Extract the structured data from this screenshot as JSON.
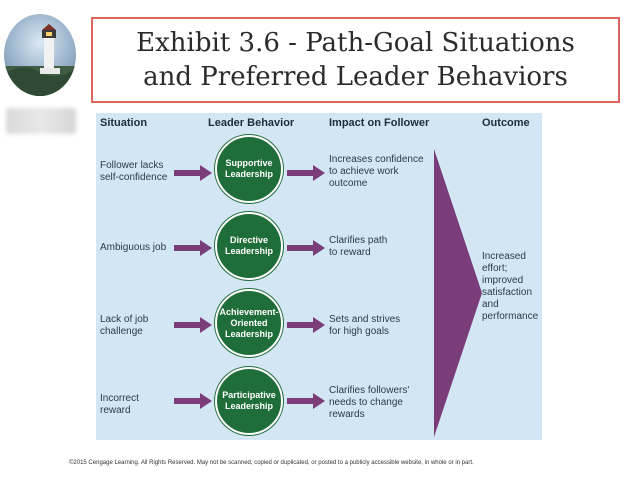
{
  "title": {
    "line1": "Exhibit 3.6 - Path-Goal Situations",
    "line2": "and Preferred Leader Behaviors"
  },
  "headers": {
    "situation": "Situation",
    "leader_behavior": "Leader Behavior",
    "impact": "Impact on Follower",
    "outcome": "Outcome"
  },
  "rows": [
    {
      "situation": "Follower lacks\nself-confidence",
      "behavior": "Supportive\nLeadership",
      "impact": "Increases confidence\nto achieve work\noutcome"
    },
    {
      "situation": "Ambiguous job",
      "behavior": "Directive\nLeadership",
      "impact": "Clarifies path\nto reward"
    },
    {
      "situation": "Lack of job\nchallenge",
      "behavior": "Achievement-\nOriented\nLeadership",
      "impact": "Sets and strives\nfor high goals"
    },
    {
      "situation": "Incorrect\nreward",
      "behavior": "Participative\nLeadership",
      "impact": "Clarifies followers'\nneeds to change\nrewards"
    }
  ],
  "outcome": "Increased\neffort;\nimproved\nsatisfaction\nand\nperformance",
  "footer": "©2015 Cengage Learning. All Rights Reserved. May not be scanned, copied or duplicated, or posted to a publicly accessible website, in whole or in part.",
  "colors": {
    "circle": "#1f6e3a",
    "arrow": "#7a3d7a",
    "panel": "#d3e6f3",
    "title_border": "#d9655b"
  },
  "icons": {
    "logo": "lighthouse-logo-icon"
  }
}
